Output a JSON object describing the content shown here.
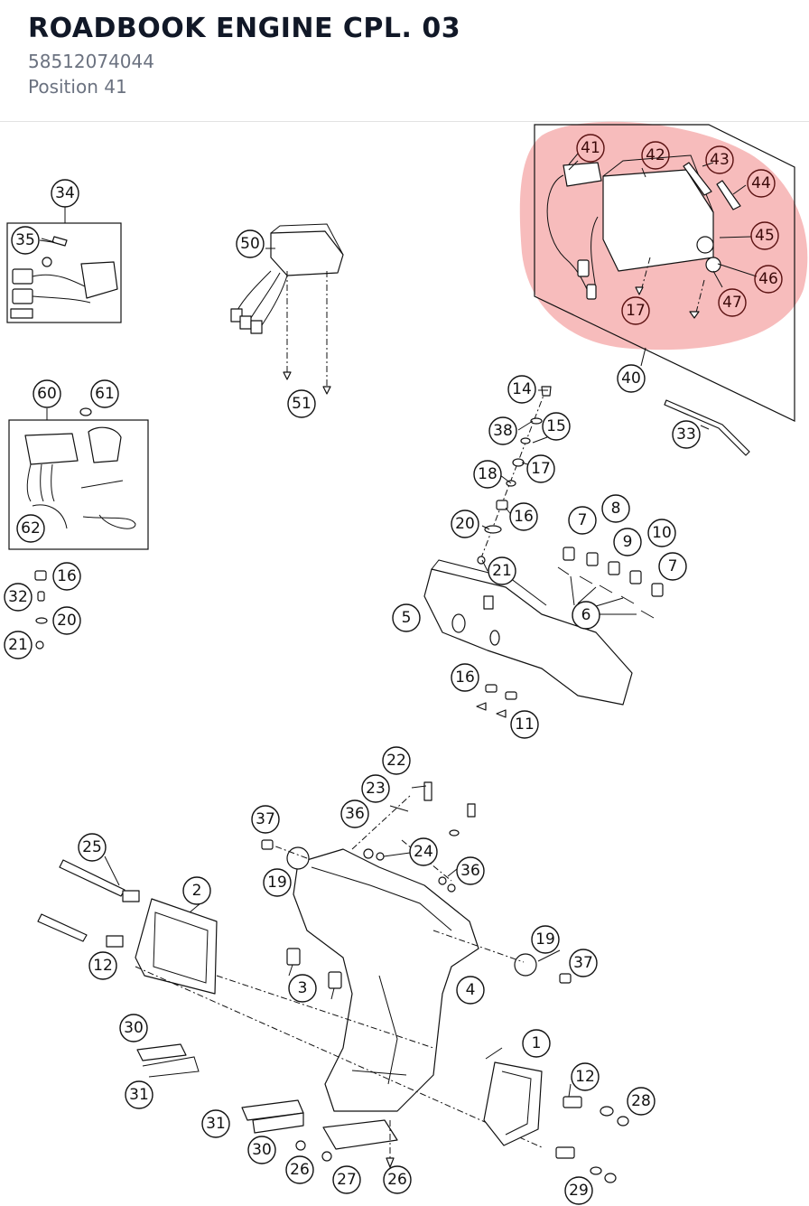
{
  "header": {
    "title": "ROADBOOK ENGINE CPL. 03",
    "part_number": "58512074044",
    "position": "Position 41"
  },
  "highlight": {
    "color": "#f4a6a6",
    "position": "41"
  },
  "callouts": {
    "c41": "41",
    "c42": "42",
    "c43": "43",
    "c44": "44",
    "c45": "45",
    "c46": "46",
    "c47": "47",
    "c17a": "17",
    "c40": "40",
    "c33": "33",
    "c34": "34",
    "c35": "35",
    "c50": "50",
    "c51": "51",
    "c60": "60",
    "c61": "61",
    "c62": "62",
    "c16a": "16",
    "c32": "32",
    "c20a": "20",
    "c21a": "21",
    "c14": "14",
    "c15": "15",
    "c38": "38",
    "c17b": "17",
    "c18": "18",
    "c16b": "16",
    "c20b": "20",
    "c21b": "21",
    "c7a": "7",
    "c8": "8",
    "c9": "9",
    "c10": "10",
    "c7b": "7",
    "c6": "6",
    "c5": "5",
    "c16c": "16",
    "c11": "11",
    "c22": "22",
    "c23": "23",
    "c37a": "37",
    "c36a": "36",
    "c24": "24",
    "c36b": "36",
    "c25": "25",
    "c19a": "19",
    "c2": "2",
    "c19b": "19",
    "c37b": "37",
    "c12a": "12",
    "c3": "3",
    "c4": "4",
    "c30a": "30",
    "c31a": "31",
    "c1": "1",
    "c12b": "12",
    "c28": "28",
    "c31b": "31",
    "c30b": "30",
    "c26a": "26",
    "c27": "27",
    "c26b": "26",
    "c29": "29"
  }
}
